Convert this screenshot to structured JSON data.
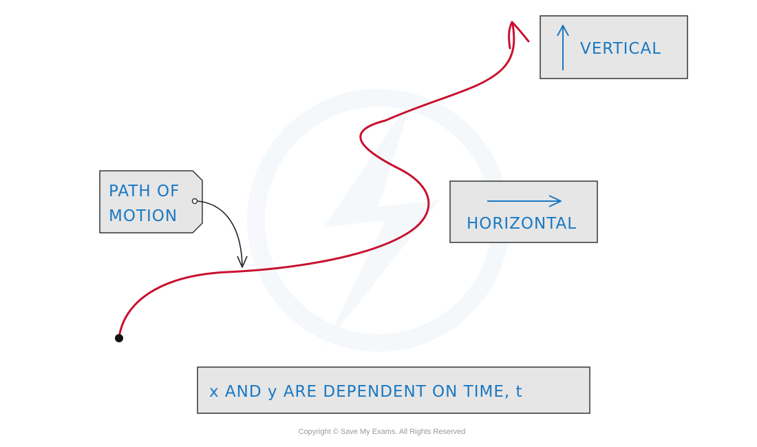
{
  "labels": {
    "vertical": "VERTICAL",
    "horizontal": "HORIZONTAL",
    "path_line1": "PATH OF",
    "path_line2": "MOTION",
    "dependency_caption": "x AND y ARE DEPENDENT ON TIME, t"
  },
  "footer": {
    "copyright": "Copyright © Save My Exams. All Rights Reserved"
  },
  "colors": {
    "path": "#c8102e",
    "text": "#1a78c2",
    "box_fill": "#e6e6e6",
    "box_stroke": "#333333",
    "pointer": "#222222",
    "watermark": "#eef3f9"
  }
}
